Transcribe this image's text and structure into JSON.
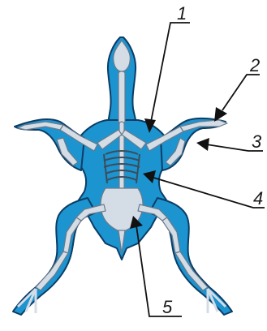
{
  "figure": {
    "labels": [
      {
        "id": "1",
        "text": "1"
      },
      {
        "id": "2",
        "text": "2"
      },
      {
        "id": "3",
        "text": "3"
      },
      {
        "id": "4",
        "text": "4"
      },
      {
        "id": "5",
        "text": "5"
      }
    ],
    "colors": {
      "body": "#1c94d0",
      "body_outline": "#0b3d66",
      "bone": "#d4dde6",
      "bone_outline": "#6a7a8a",
      "leader": "#111111"
    }
  }
}
